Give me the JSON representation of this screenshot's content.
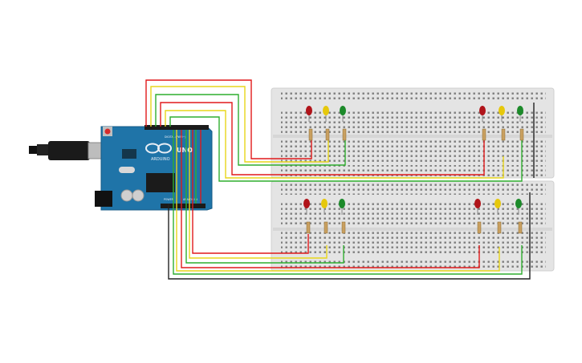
{
  "board": {
    "logo_text": "ARDUINO",
    "model_text": "UNO",
    "digital_header_text": "DIGITAL (PWM~)",
    "power_header_text": "POWER",
    "analog_header_text": "ANALOG IN"
  },
  "colors": {
    "wire_red": "#e0191b",
    "wire_yellow": "#e8d61a",
    "wire_green": "#2fae2f",
    "wire_black": "#222222",
    "board_blue": "#1f74a8",
    "breadboard": "#e4e4e4",
    "led_red": "#b0141a",
    "led_yellow": "#e6c80c",
    "led_green": "#1c8a2a"
  }
}
